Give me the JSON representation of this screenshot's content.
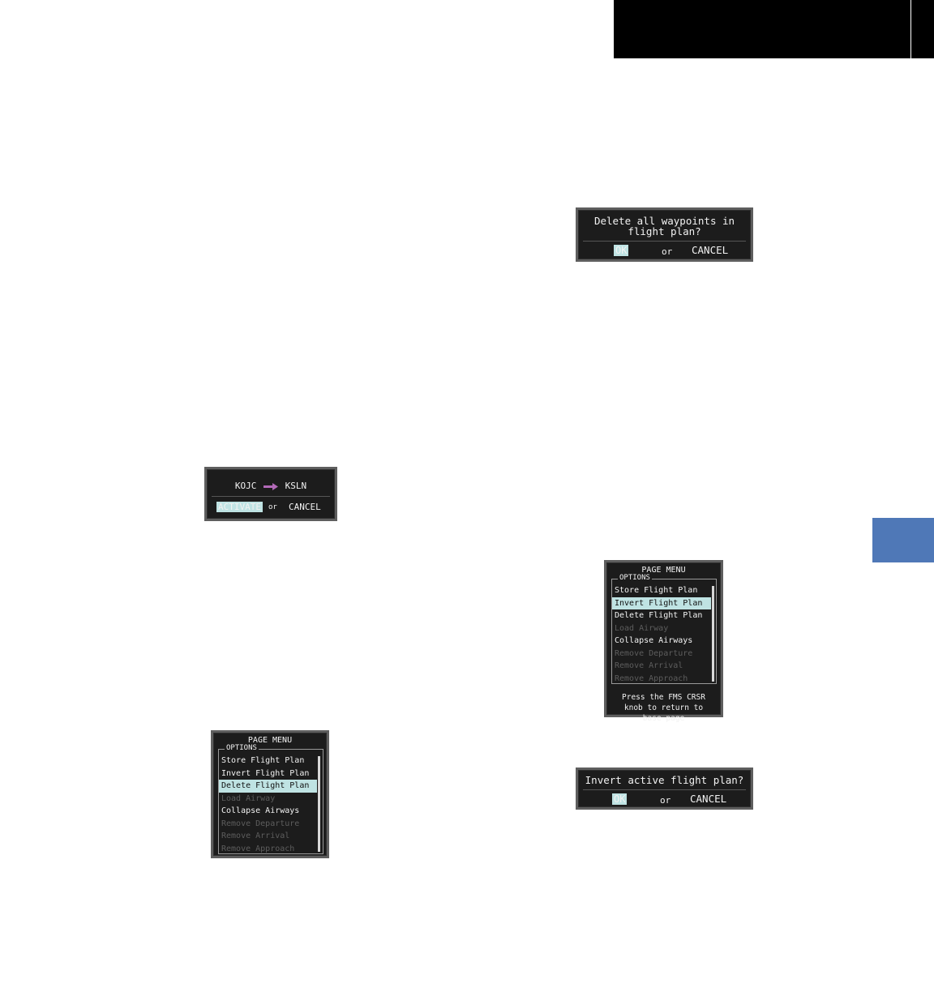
{
  "dialog_delete": {
    "message": "Delete all waypoints in flight plan?",
    "ok_label": "OK",
    "or_label": "or",
    "cancel_label": "CANCEL"
  },
  "dialog_activate": {
    "origin": "KOJC",
    "destination": "KSLN",
    "activate_label": "ACTIVATE",
    "or_label": "or",
    "cancel_label": "CANCEL"
  },
  "menu_right": {
    "title": "PAGE MENU",
    "group_label": "OPTIONS",
    "items": [
      {
        "label": "Store Flight Plan",
        "state": "normal"
      },
      {
        "label": "Invert Flight Plan",
        "state": "selected"
      },
      {
        "label": "Delete Flight Plan",
        "state": "normal"
      },
      {
        "label": "Load Airway",
        "state": "disabled"
      },
      {
        "label": "Collapse Airways",
        "state": "normal"
      },
      {
        "label": "Remove Departure",
        "state": "disabled"
      },
      {
        "label": "Remove Arrival",
        "state": "disabled"
      },
      {
        "label": "Remove Approach",
        "state": "disabled"
      }
    ],
    "hint": "Press the FMS CRSR knob to return to base page"
  },
  "menu_left": {
    "title": "PAGE MENU",
    "group_label": "OPTIONS",
    "items": [
      {
        "label": "Store Flight Plan",
        "state": "normal"
      },
      {
        "label": "Invert Flight Plan",
        "state": "normal"
      },
      {
        "label": "Delete Flight Plan",
        "state": "selected"
      },
      {
        "label": "Load Airway",
        "state": "disabled"
      },
      {
        "label": "Collapse Airways",
        "state": "normal"
      },
      {
        "label": "Remove Departure",
        "state": "disabled"
      },
      {
        "label": "Remove Arrival",
        "state": "disabled"
      },
      {
        "label": "Remove Approach",
        "state": "disabled"
      }
    ]
  },
  "dialog_invert": {
    "message": "Invert active flight plan?",
    "ok_label": "OK",
    "or_label": "or",
    "cancel_label": "CANCEL"
  },
  "colors": {
    "tab_blue": "#4f78b7",
    "route_arrow": "#b36ab8",
    "highlight": "#bfe3e3"
  }
}
